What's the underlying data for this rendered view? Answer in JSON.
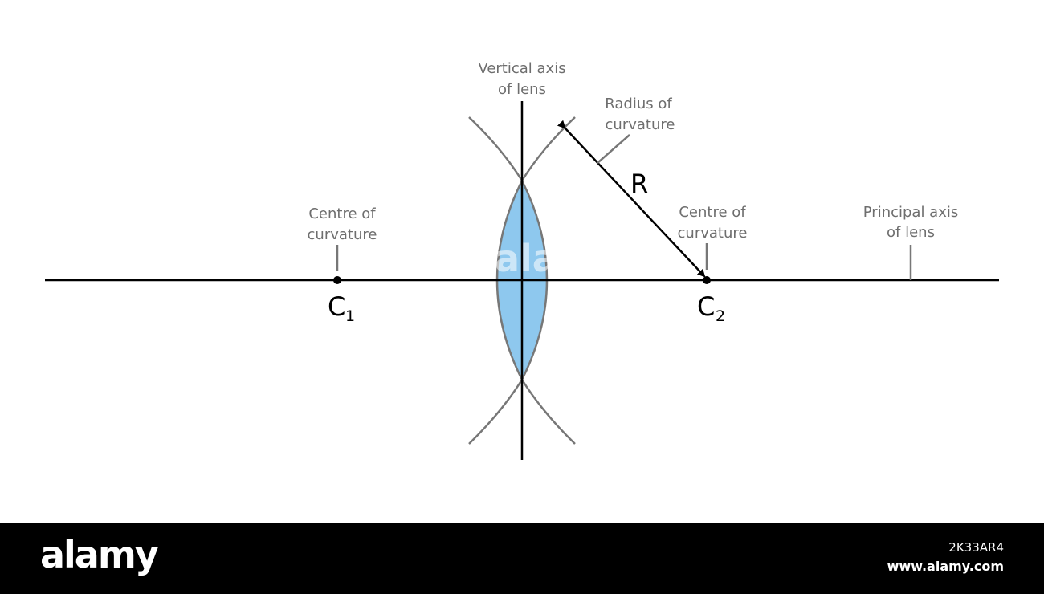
{
  "labels": {
    "vertical_axis": [
      "Vertical axis",
      "of lens"
    ],
    "radius": [
      "Radius of",
      "curvature"
    ],
    "centre_left": [
      "Centre of",
      "curvature"
    ],
    "centre_right": [
      "Centre of",
      "curvature"
    ],
    "principal_axis": [
      "Principal axis",
      "of lens"
    ]
  },
  "points": {
    "c1": {
      "letter": "C",
      "sub": "1"
    },
    "c2": {
      "letter": "C",
      "sub": "2"
    }
  },
  "radius_symbol": "R",
  "watermark": "alamy",
  "footer": {
    "logo": "alamy",
    "image_id": "2K33AR4",
    "site": "www.alamy.com"
  },
  "colors": {
    "lens_fill": "#8ec8ee",
    "arc_stroke": "#777777",
    "label_text": "#6e6e6e",
    "axis": "#000000"
  }
}
